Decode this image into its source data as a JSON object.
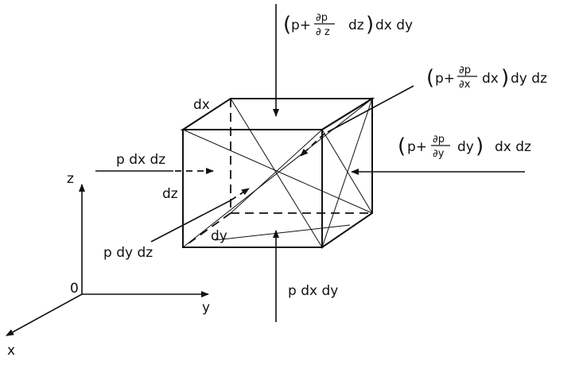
{
  "axes": {
    "x": "x",
    "y": "y",
    "z": "z",
    "origin": "0"
  },
  "labels": {
    "dx": "dx",
    "dz": "dz",
    "dy": "dy",
    "left_force": "p dx dz",
    "rear_force": "p dy dz",
    "bottom_force": "p dx dy",
    "top_force": {
      "open": "(",
      "p": "p+",
      "num": "∂p",
      "den": "∂ z",
      "mult": "dz",
      "close": ")",
      "tail": "dx dy"
    },
    "right_force": {
      "open": "(",
      "p": "p+",
      "num": "∂p",
      "den": "∂y",
      "mult": "dy",
      "close": ")",
      "tail": "dx dz"
    },
    "front_force": {
      "open": "(",
      "p": "p+",
      "num": "∂p",
      "den": "∂x",
      "mult": "dx",
      "close": ")",
      "tail": "dy dz"
    }
  },
  "colors": {
    "ink": "#111111",
    "background": "#ffffff"
  }
}
